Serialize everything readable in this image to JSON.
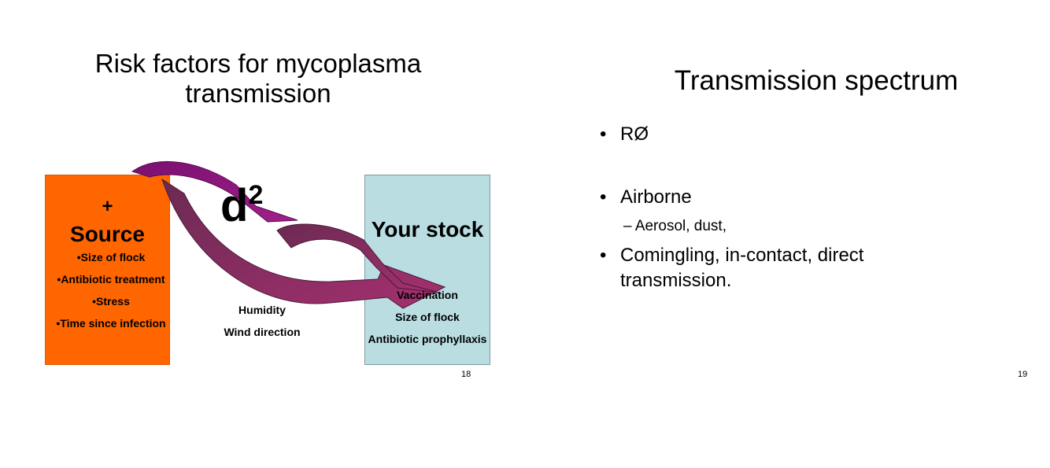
{
  "left_slide": {
    "title": "Risk factors for mycoplasma transmission",
    "source_box": {
      "plus": "+",
      "label": "Source",
      "factors": [
        "•Size of flock",
        "•Antibiotic treatment",
        "•Stress",
        "•Time since infection"
      ]
    },
    "distance_label": "d",
    "distance_exponent": "2",
    "environment_factors": [
      "Humidity",
      "Wind direction"
    ],
    "stock_box": {
      "label": "Your stock",
      "factors": [
        "Vaccination",
        "Size of flock",
        "Antibiotic prophyllaxis"
      ]
    },
    "page_number": "18",
    "colors": {
      "source": "#ff6600",
      "stock": "#b9dde1",
      "arrow_upper": "#8b1a6b",
      "arrow_lower": "#8a2a5e"
    }
  },
  "right_slide": {
    "title": "Transmission spectrum",
    "bullets": [
      {
        "marker": "•",
        "text": "RØ"
      },
      {
        "marker": "•",
        "text": "Airborne"
      },
      {
        "marker": "–",
        "text": "Aerosol,  dust,"
      },
      {
        "marker": "•",
        "text": "Comingling, in-contact, direct transmission."
      }
    ],
    "page_number": "19"
  }
}
